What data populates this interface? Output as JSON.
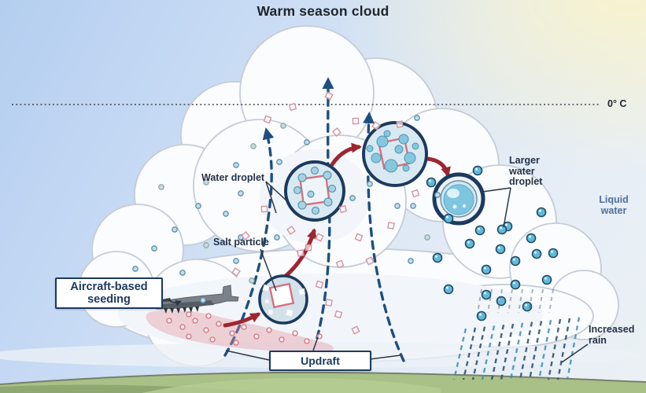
{
  "title": "Warm season cloud",
  "labels": {
    "freezing_level": "0° C",
    "water_droplet": "Water droplet",
    "salt_particle": "Salt particle",
    "larger_water_droplet": "Larger water droplet",
    "liquid_water": "Liquid water",
    "increased_rain": "Increased rain"
  },
  "callouts": {
    "aircraft_seeding": "Aircraft-based seeding",
    "updraft": "Updraft"
  },
  "colors": {
    "navy": "#1c3a5e",
    "red_arrow": "#9e2630",
    "updraft_blue": "#1d4f80",
    "droplet_fill": "#5fbcd9",
    "droplet_edge": "#24486b",
    "salt_pink": "#d4737f",
    "cloud_outline": "#c6ccd6",
    "ground_green": "#a9c187",
    "label_dark": "#243246",
    "liquid_water_blue": "#4c6f9e",
    "sun_yellow": "#f8f3cd",
    "rain_navy": "#2c4a68",
    "rain_teal": "#3f8fae"
  }
}
